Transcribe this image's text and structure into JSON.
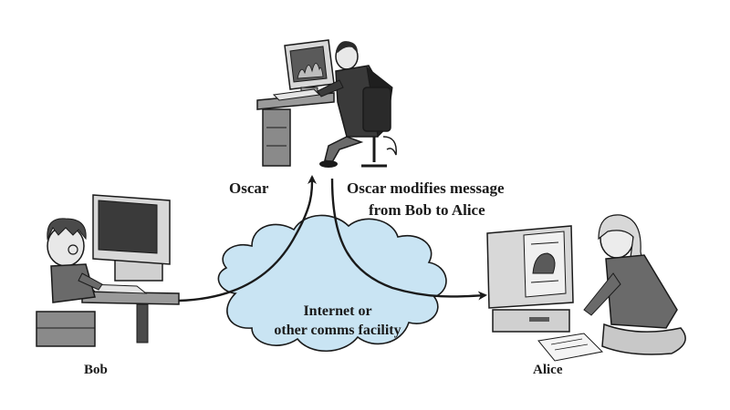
{
  "labels": {
    "oscar": "Oscar",
    "oscar_note_line1": "Oscar modifies message",
    "oscar_note_line2": "from Bob to Alice",
    "cloud_line1": "Internet or",
    "cloud_line2": "other comms facility",
    "bob": "Bob",
    "alice": "Alice"
  },
  "colors": {
    "cloud_fill": "#c9e4f3",
    "line": "#1a1a1a"
  },
  "icons": [
    "person-at-computer-icon",
    "monitor-icon",
    "keyboard-icon",
    "desk-icon",
    "chair-icon",
    "cloud-icon"
  ]
}
